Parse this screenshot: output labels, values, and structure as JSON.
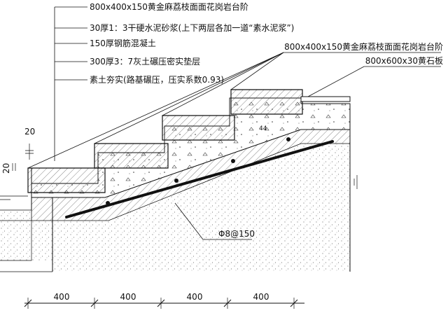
{
  "labels": {
    "layer_stone": "800x400x150黄金麻荔枝面面花岗岩台阶",
    "layer_mortar": "30厚1：3干硬水泥砂浆(上下两层各加一道“素水泥浆”)",
    "layer_concrete": "150厚钢筋混凝土",
    "layer_lime_soil": "300厚3：7灰土碾压密实垫层",
    "layer_soil": "素土夯实(路基碾压，压实系数0.93)",
    "right_step": "800x400x150黄金麻荔枝面面花岗岩台阶",
    "right_slab": "800x600x30黄石板",
    "rebar": "Φ8@150",
    "dim_top_20": "20",
    "dim_side_20": "20",
    "mark_44": "44"
  },
  "dimensions": {
    "segments": [
      "400",
      "400",
      "400",
      "400"
    ]
  }
}
